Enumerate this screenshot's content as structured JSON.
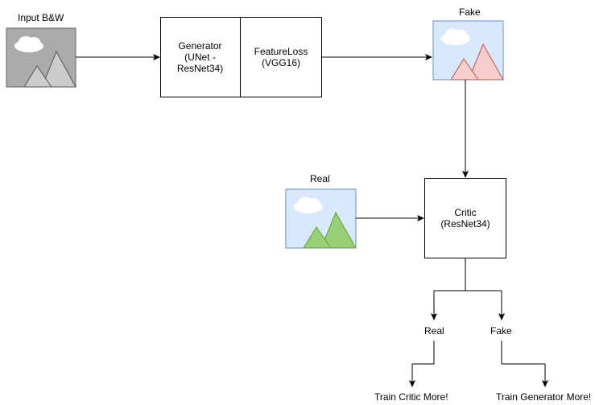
{
  "input": {
    "label": "Input B&W",
    "icon": "grayscale-image-icon",
    "bg_color": "#aaaaaa",
    "mountain_color": "#cccccc"
  },
  "generator": {
    "line1": "Generator",
    "line2": "(UNet -",
    "line3": "ResNet34)"
  },
  "feature_loss": {
    "line1": "FeatureLoss",
    "line2": "(VGG16)"
  },
  "fake_image": {
    "label": "Fake",
    "icon": "fake-image-icon",
    "bg_color": "#dae8fc",
    "mountain_color": "#f8cecc",
    "mountain_stroke": "#b85450"
  },
  "real_image": {
    "label": "Real",
    "icon": "real-image-icon",
    "bg_color": "#dae8fc",
    "mountain_color": "#97d077",
    "mountain_stroke": "#6a9a3a"
  },
  "critic": {
    "line1": "Critic",
    "line2": "(ResNet34)"
  },
  "branches": {
    "real_label": "Real",
    "fake_label": "Fake",
    "train_critic": "Train Critic More!",
    "train_generator": "Train Generator More!"
  }
}
